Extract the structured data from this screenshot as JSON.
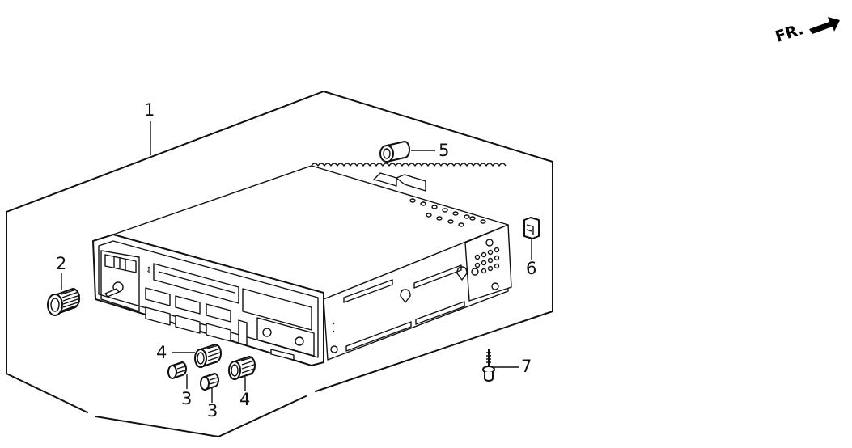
{
  "diagram": {
    "type": "exploded-parts-diagram",
    "subject": "car radio / audio unit",
    "orientation_label": "FR.",
    "orientation_icon": "front-direction-arrow",
    "callouts": [
      {
        "id": "1",
        "label": "1",
        "part": "audio unit assembly"
      },
      {
        "id": "2",
        "label": "2",
        "part": "knob (large)"
      },
      {
        "id": "3a",
        "label": "3",
        "part": "knob (small)"
      },
      {
        "id": "3b",
        "label": "3",
        "part": "knob (small)"
      },
      {
        "id": "4a",
        "label": "4",
        "part": "knob (ribbed)"
      },
      {
        "id": "4b",
        "label": "4",
        "part": "knob (ribbed)"
      },
      {
        "id": "5",
        "label": "5",
        "part": "bulb / socket"
      },
      {
        "id": "6",
        "label": "6",
        "part": "connector"
      },
      {
        "id": "7",
        "label": "7",
        "part": "screw / bolt"
      }
    ]
  },
  "colors": {
    "line": "#111111",
    "background": "#ffffff"
  }
}
